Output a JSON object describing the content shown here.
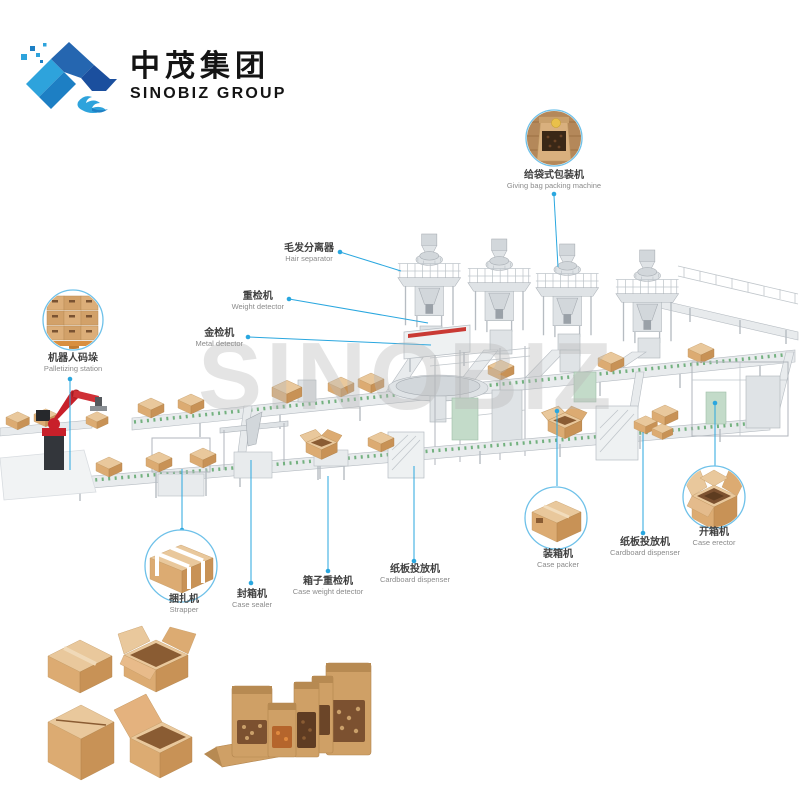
{
  "logo": {
    "company_cn": "中茂集团",
    "company_en": "SINOBIZ GROUP"
  },
  "watermark": "SINOBIZ",
  "theme": {
    "accent": "#2aa7df",
    "label_cn_color": "#3f3f3f",
    "label_en_color": "#8b8b8b",
    "kraft_color": "#d9ae77",
    "machine_color": "#e3e6e9"
  },
  "callouts": {
    "giving_bag": {
      "cn": "给袋式包装机",
      "en": "Giving bag packing machine"
    },
    "hair_separator": {
      "cn": "毛发分离器",
      "en": "Hair separator"
    },
    "weight_detector": {
      "cn": "重检机",
      "en": "Weight detector"
    },
    "metal_detector": {
      "cn": "金检机",
      "en": "Metal detector"
    },
    "palletizing_station": {
      "cn": "机器人码垛",
      "en": "Palletizing station"
    },
    "strapper": {
      "cn": "捆扎机",
      "en": "Strapper"
    },
    "case_sealer": {
      "cn": "封箱机",
      "en": "Case sealer"
    },
    "case_weight_detector": {
      "cn": "箱子重检机",
      "en": "Case weight detector"
    },
    "cardboard_dispenser_left": {
      "cn": "纸板投放机",
      "en": "Cardboard dispenser"
    },
    "case_packer": {
      "cn": "装箱机",
      "en": "Case packer"
    },
    "cardboard_dispenser_right": {
      "cn": "纸板投放机",
      "en": "Cardboard dispenser"
    },
    "case_erector": {
      "cn": "开箱机",
      "en": "Case erector"
    }
  }
}
